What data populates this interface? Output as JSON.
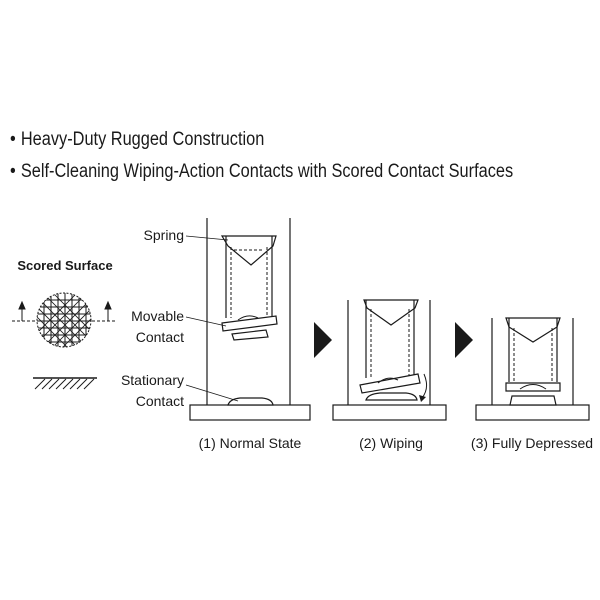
{
  "bullets": [
    "Heavy-Duty Rugged Construction",
    "Self-Cleaning Wiping-Action Contacts with Scored Contact Surfaces"
  ],
  "bullet_glyph": "•",
  "scored": {
    "title": "Scored Surface"
  },
  "labels": {
    "spring": "Spring",
    "movable_1": "Movable",
    "movable_2": "Contact",
    "stationary_1": "Stationary",
    "stationary_2": "Contact"
  },
  "states": [
    "(1) Normal State",
    "(2) Wiping",
    "(3) Fully Depressed"
  ],
  "colors": {
    "line": "#1a1a1a",
    "fill": "#ffffff",
    "shade": "#cfcfcf"
  }
}
